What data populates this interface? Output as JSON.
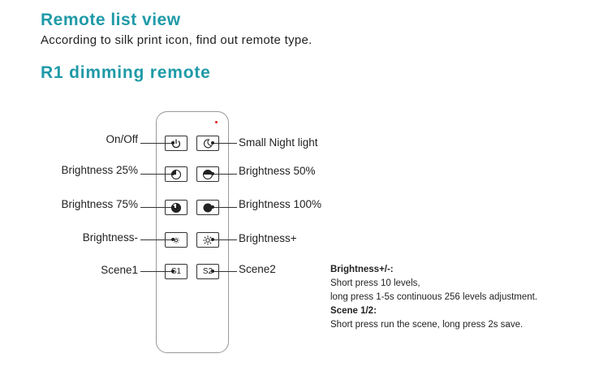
{
  "header": {
    "title": "Remote list view",
    "subtitle": "According to silk print icon, find out remote type."
  },
  "section": {
    "title": "R1  dimming remote"
  },
  "buttons": {
    "s1": "S1",
    "s2": "S2"
  },
  "labels": {
    "on_off": "On/Off",
    "small_night_light": "Small Night light",
    "brightness_25": "Brightness 25%",
    "brightness_50": "Brightness 50%",
    "brightness_75": "Brightness 75%",
    "brightness_100": "Brightness 100%",
    "brightness_minus": "Brightness-",
    "brightness_plus": "Brightness+",
    "scene1": "Scene1",
    "scene2": "Scene2"
  },
  "notes": {
    "brightness_title": "Brightness+/-:",
    "brightness_line1": "Short press 10 levels,",
    "brightness_line2": "long press 1-5s continuous 256 levels adjustment.",
    "scene_title": "Scene 1/2:",
    "scene_line1": "Short press run the scene, long press 2s save."
  }
}
